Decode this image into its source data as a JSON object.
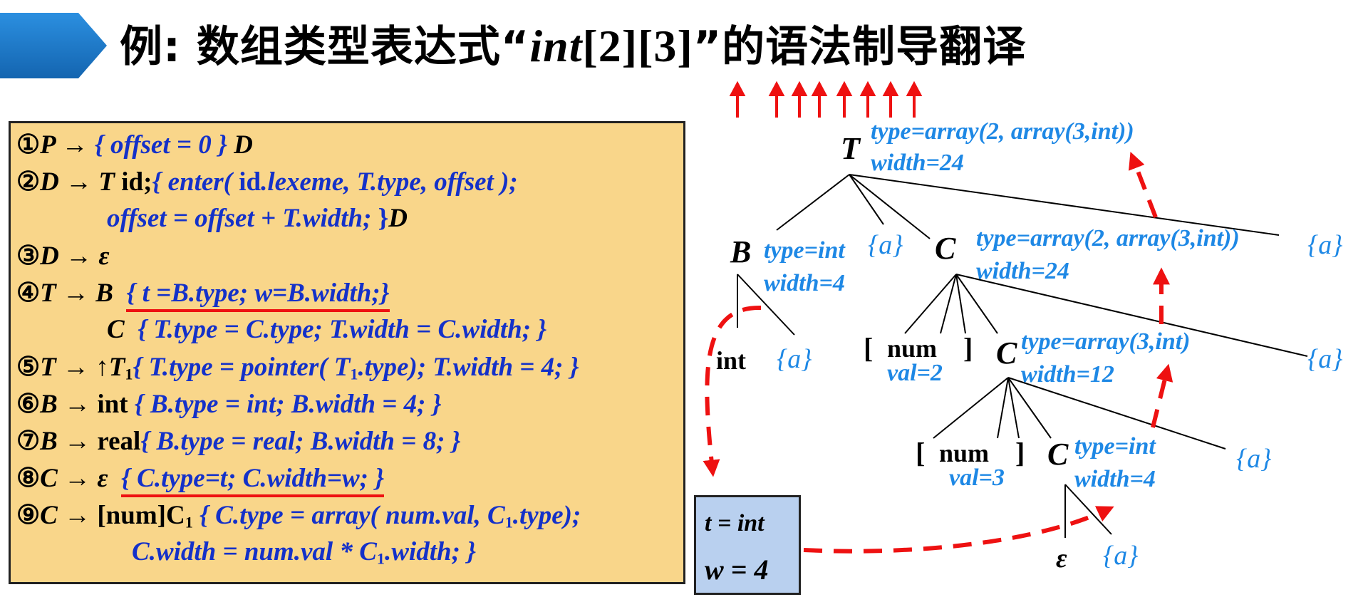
{
  "title": {
    "prefix": "例: 数组类型表达式“",
    "int_word": "int",
    "brackets": "[2][3]",
    "suffix": "”的语法制导翻译"
  },
  "rules": {
    "r1": {
      "num": "①",
      "head": "P →",
      "action": "{ offset = 0 }",
      "tail": "D"
    },
    "r2": {
      "num": "②",
      "head": "D → T",
      "id": "id",
      "semi": ";",
      "action_a": "{ enter(",
      "id2": "id",
      "action_b": ".lexeme, T.type, offset );"
    },
    "r2b": {
      "action": "offset = offset + T.width;",
      "close": "}",
      "tail": "D"
    },
    "r3": {
      "num": "③",
      "head": "D → ε"
    },
    "r4": {
      "num": "④",
      "head": "T → B",
      "action": "{ t =B.type; w=B.width;}"
    },
    "r4b": {
      "sym": "C",
      "action": "{ T.type = C.type; T.width = C.width; }"
    },
    "r5": {
      "num": "⑤",
      "head": "T → ↑T",
      "sub1": "1",
      "action_a": "{ T.type = pointer( T",
      "sub2": "1",
      "action_b": ".type); T.width = 4; }"
    },
    "r6": {
      "num": "⑥",
      "head": "B →",
      "kw": "int",
      "action": "{ B.type = int; B.width = 4; }"
    },
    "r7": {
      "num": "⑦",
      "head": "B →",
      "kw": "real",
      "action": "{ B.type = real; B.width = 8; }"
    },
    "r8": {
      "num": "⑧",
      "head": "C → ε",
      "action": "{ C.type=t; C.width=w; }"
    },
    "r9": {
      "num": "⑨",
      "head": "C →",
      "kw": "[num]C",
      "sub1": "1",
      "action_a": "{ C.type = array( num.val, C",
      "sub2": "1",
      "action_b": ".type);"
    },
    "r9b": {
      "action_a": "C.width = num.val * C",
      "sub": "1",
      "action_b": ".width; }"
    }
  },
  "tv_box": {
    "t_line": "t = int",
    "w_line": "w = 4"
  },
  "tree": {
    "T": {
      "label": "T",
      "type": "type=array(2, array(3,int))",
      "width": "width=24"
    },
    "B": {
      "label": "B",
      "type": "type=int",
      "width": "width=4",
      "action": "{a}"
    },
    "int": {
      "label": "int",
      "action": "{a}"
    },
    "C1": {
      "label": "C",
      "type": "type=array(2, array(3,int))",
      "width": "width=24",
      "action": "{a}"
    },
    "lb1": "[",
    "num1": "num",
    "rb1": "]",
    "val1": "val=2",
    "C2": {
      "label": "C",
      "type": "type=array(3,int)",
      "width": "width=12",
      "action": "{a}"
    },
    "lb2": "[",
    "num2": "num",
    "rb2": "]",
    "val2": "val=3",
    "C3": {
      "label": "C",
      "type": "type=int",
      "width": "width=4",
      "action": "{a}"
    },
    "eps": "ε",
    "eps_action": "{a}"
  },
  "colors": {
    "banner": "#1f7fd1",
    "rules_bg": "#f9d68a",
    "tv_bg": "#b9d0ef",
    "action_blue": "#1431c9",
    "attr_blue": "#1e88e5",
    "red": "#ee1111"
  }
}
